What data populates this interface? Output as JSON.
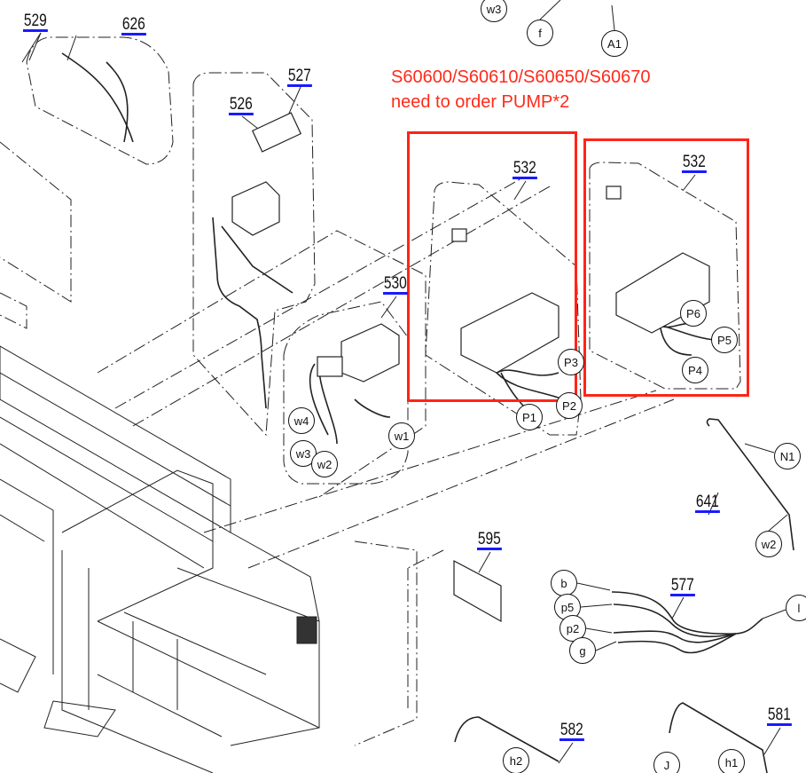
{
  "note": {
    "line1": "S60600/S60610/S60650/S60670",
    "line2": "need to order PUMP*2",
    "color": "#ff2a1a"
  },
  "highlight_color": "#ff2418",
  "link_underline_color": "#1a1aff",
  "part_numbers": [
    "529",
    "626",
    "527",
    "526",
    "532",
    "532",
    "530",
    "641",
    "595",
    "577",
    "582",
    "581"
  ],
  "callouts": [
    "w3",
    "f",
    "A1",
    "w4",
    "w3",
    "w2",
    "w1",
    "P3",
    "P2",
    "P1",
    "P6",
    "P5",
    "P4",
    "N1",
    "w2",
    "b",
    "p5",
    "p2",
    "g",
    "l",
    "h2",
    "J",
    "h1"
  ]
}
